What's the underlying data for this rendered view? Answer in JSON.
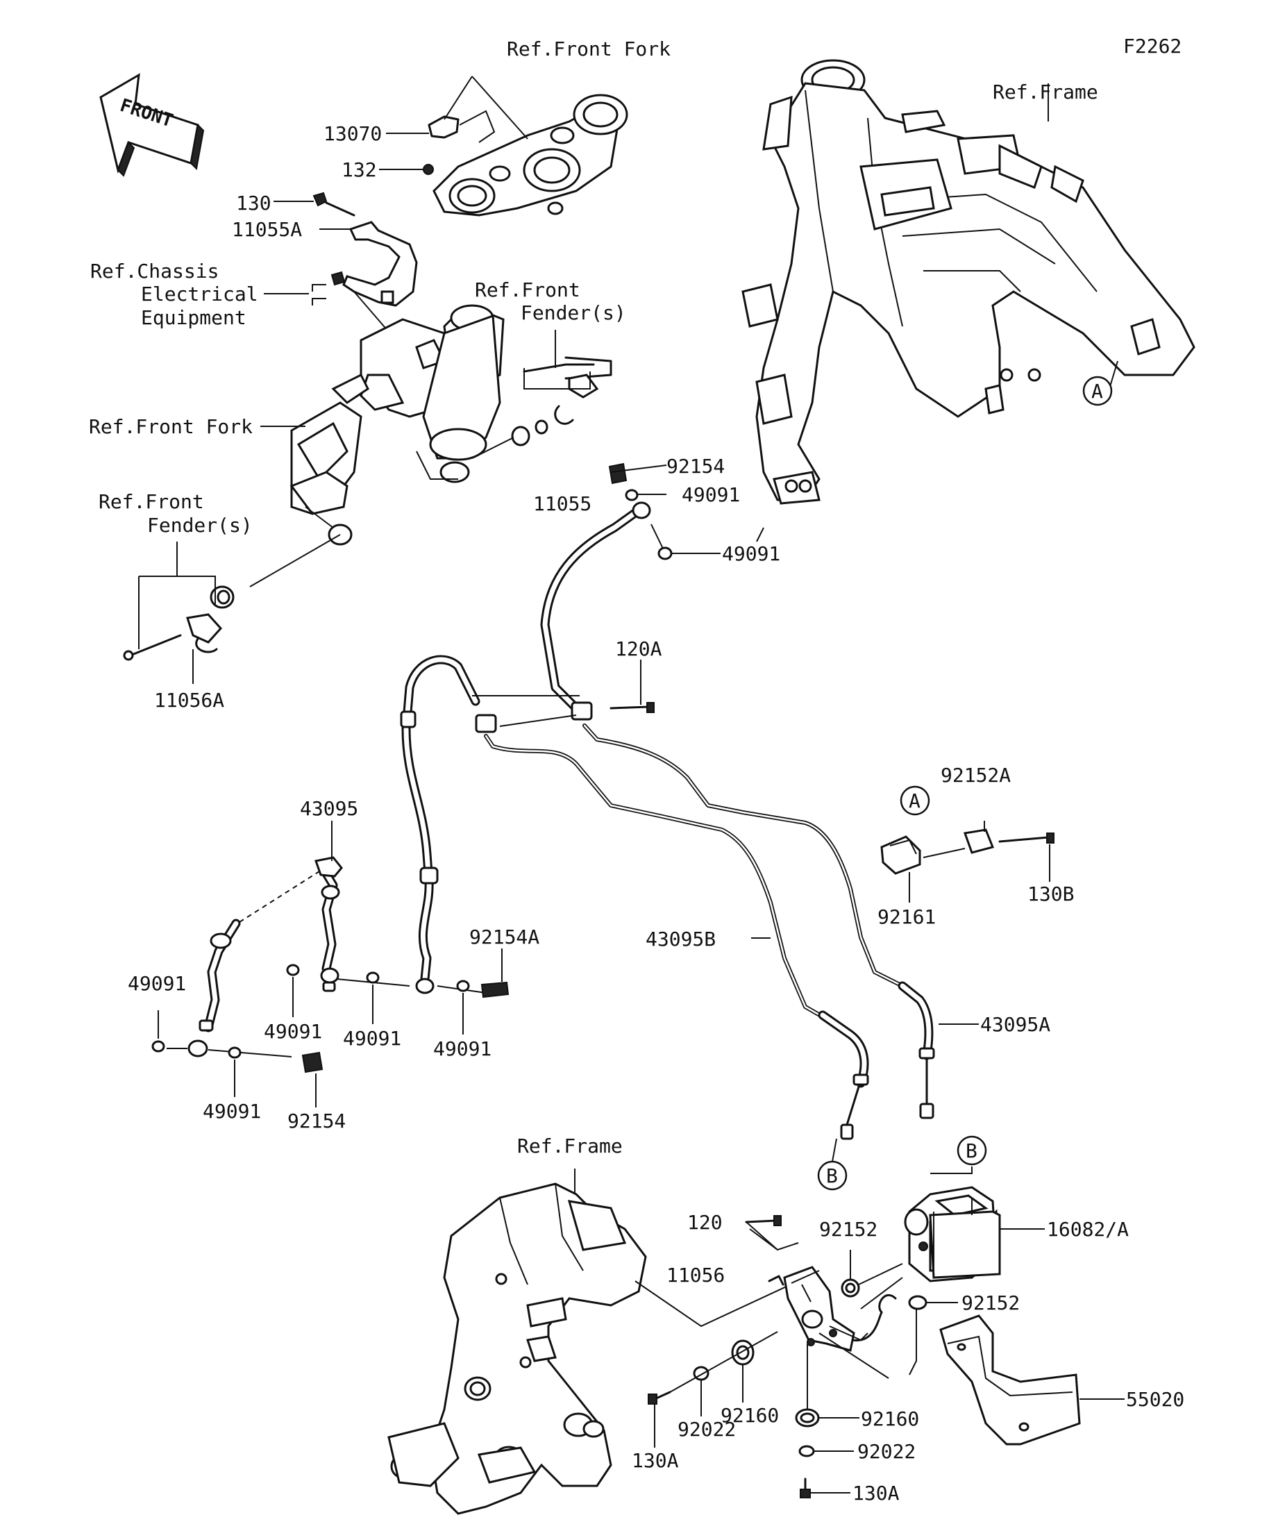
{
  "figure_code": "F2262",
  "front_badge": "FRONT",
  "refs": {
    "front_fork_top": "Ref.Front Fork",
    "frame_top": "Ref.Frame",
    "chassis_line1": "Ref.Chassis",
    "chassis_line2": "Electrical",
    "chassis_line3": "Equipment",
    "front_fender_right_line1": "Ref.Front",
    "front_fender_right_line2": "Fender(s)",
    "front_fork_mid": "Ref.Front Fork",
    "front_fender_left_line1": "Ref.Front",
    "front_fender_left_line2": "Fender(s)",
    "frame_bottom": "Ref.Frame"
  },
  "connectors": {
    "a_top": "A",
    "a_mid": "A",
    "b_left": "B",
    "b_right": "B"
  },
  "parts": {
    "p13070": "13070",
    "p132": "132",
    "p130": "130",
    "p11055A": "11055A",
    "p11055": "11055",
    "p92154_top": "92154",
    "p49091_top1": "49091",
    "p49091_top2": "49091",
    "p11056A": "11056A",
    "p120A": "120A",
    "p92152A": "92152A",
    "p92161": "92161",
    "p130B": "130B",
    "p43095": "43095",
    "p92154A": "92154A",
    "p43095B": "43095B",
    "p43095A": "43095A",
    "p49091_l1": "49091",
    "p49091_l2": "49091",
    "p49091_l3": "49091",
    "p49091_l4": "49091",
    "p49091_l5": "49091",
    "p92154_bottom": "92154",
    "p120": "120",
    "p92152_top": "92152",
    "p16082A": "16082/A",
    "p11056": "11056",
    "p92152_bottom": "92152",
    "p92160_a": "92160",
    "p92160_b": "92160",
    "p92022_a": "92022",
    "p92022_b": "92022",
    "p130A_a": "130A",
    "p130A_b": "130A",
    "p55020": "55020"
  }
}
